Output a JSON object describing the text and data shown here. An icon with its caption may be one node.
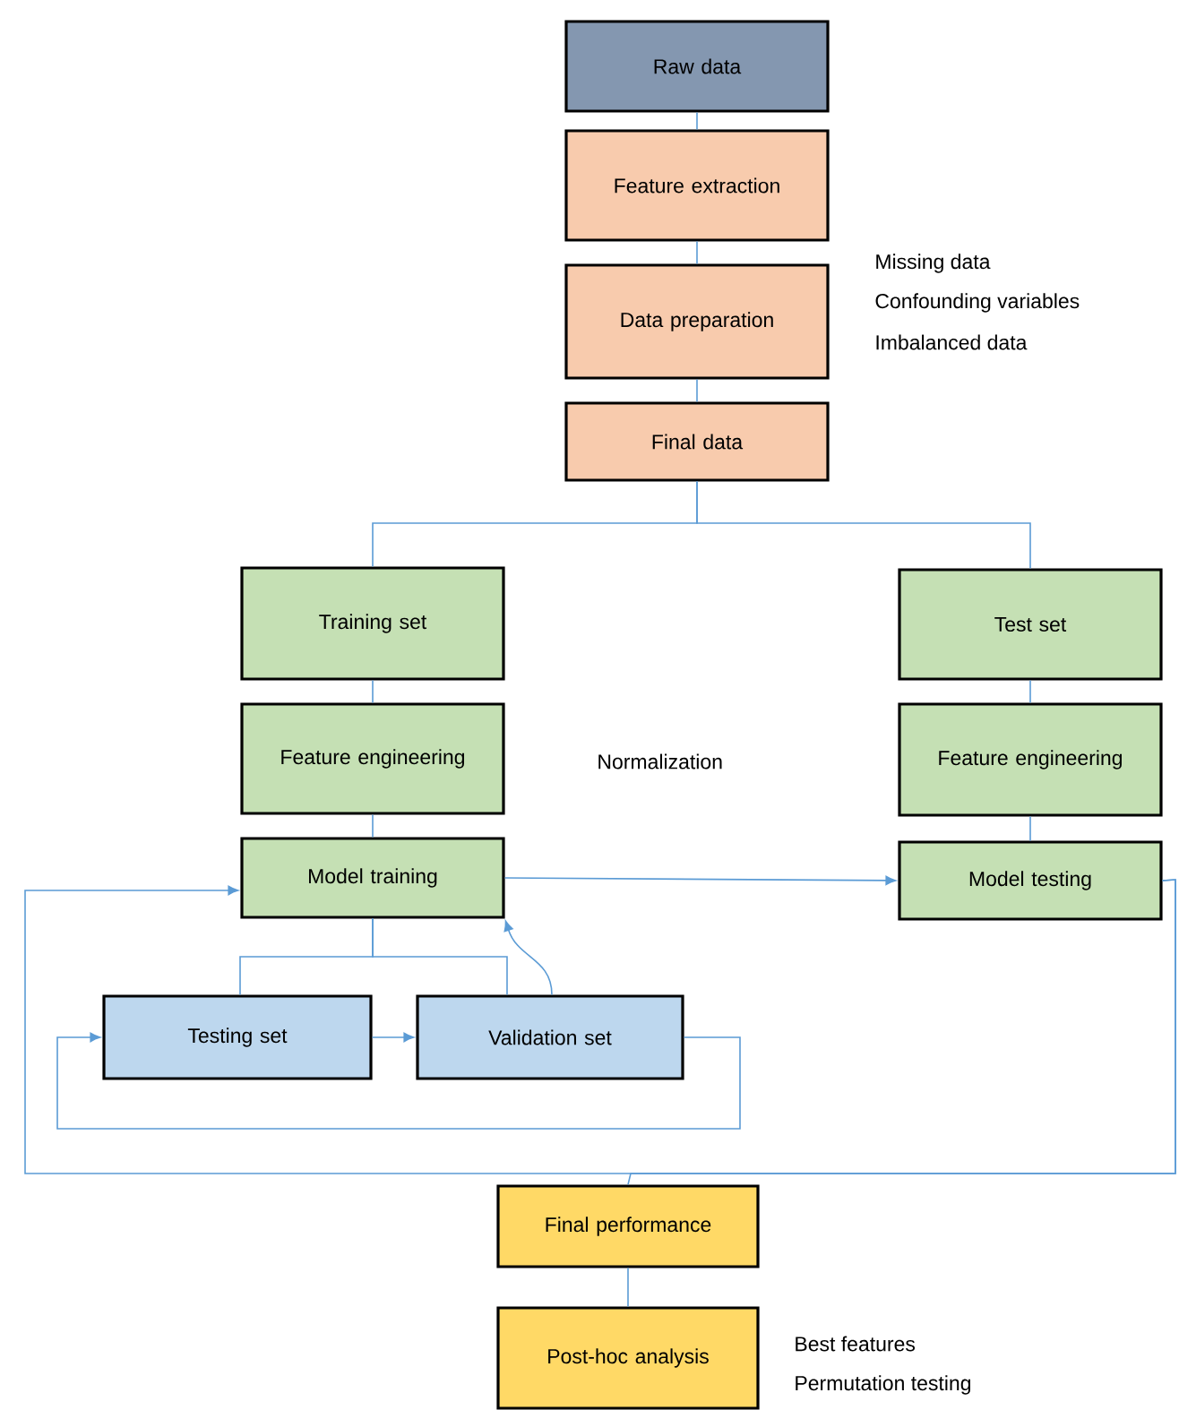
{
  "diagram": {
    "nodes": [
      {
        "text": [
          "Raw data"
        ]
      },
      {
        "text": [
          "Feature extraction"
        ]
      },
      {
        "text": [
          "Data preparation"
        ]
      },
      {
        "text": [
          "Final data"
        ]
      },
      {
        "text": [
          "Training set"
        ]
      },
      {
        "text": [
          "Feature engineering"
        ]
      },
      {
        "text": [
          "Model training"
        ]
      },
      {
        "text": [
          "Test set"
        ]
      },
      {
        "text": [
          "Feature engineering"
        ]
      },
      {
        "text": [
          "Model testing"
        ]
      },
      {
        "text": [
          "Testing set"
        ]
      },
      {
        "text": [
          "Validation set"
        ]
      },
      {
        "text": [
          "Final performance"
        ]
      },
      {
        "text": [
          "Post-hoc analysis"
        ]
      }
    ],
    "edges": [
      {
        "from": 0,
        "to": 1,
        "arrow": "none"
      },
      {
        "from": 1,
        "to": 2,
        "arrow": "none"
      },
      {
        "from": 2,
        "to": 3,
        "arrow": "none"
      },
      {
        "from": 3,
        "to": 4,
        "arrow": "none"
      },
      {
        "from": 3,
        "to": 7,
        "arrow": "none"
      },
      {
        "from": 4,
        "to": 5,
        "arrow": "none"
      },
      {
        "from": 5,
        "to": 6,
        "arrow": "none"
      },
      {
        "from": 7,
        "to": 8,
        "arrow": "none"
      },
      {
        "from": 8,
        "to": 9,
        "arrow": "none"
      },
      {
        "from": 6,
        "to": 9,
        "arrow": "to"
      },
      {
        "from": 6,
        "to": 10,
        "arrow": "none"
      },
      {
        "from": 6,
        "to": 11,
        "arrow": "none"
      },
      {
        "from": 11,
        "to": 6,
        "arrow": "to"
      },
      {
        "from": 10,
        "to": 11,
        "arrow": "to"
      },
      {
        "from": 11,
        "to": 10,
        "arrow": "to"
      },
      {
        "from": 9,
        "to": 6,
        "arrow": "to"
      },
      {
        "from": 9,
        "to": 12,
        "arrow": "none"
      },
      {
        "from": 12,
        "to": 13,
        "arrow": "none"
      }
    ],
    "labels": [
      "Missing data",
      "Confounding variables",
      "Imbalanced data",
      "Normalization",
      "Best features",
      "Permutation testing"
    ]
  }
}
